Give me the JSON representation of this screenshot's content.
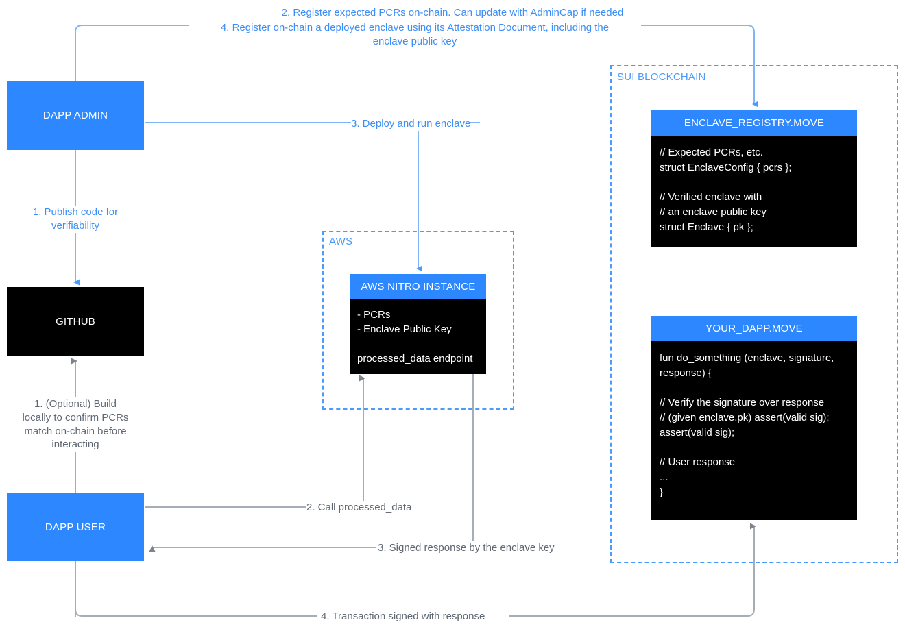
{
  "diagram": {
    "title": "Sui Nitro Enclave attestation flow",
    "colors": {
      "accent_blue": "#2d88ff",
      "dashed_blue": "#4a9bfb",
      "label_blue": "#3d8ef7",
      "label_gray": "#5f6772",
      "black": "#000000",
      "white": "#ffffff",
      "connector_gray": "#9aa0a6"
    }
  },
  "nodes": {
    "dapp_admin": {
      "label": "DAPP ADMIN"
    },
    "github": {
      "label": "GITHUB"
    },
    "dapp_user": {
      "label": "DAPP USER"
    },
    "aws_group": {
      "label": "AWS"
    },
    "sui_group": {
      "label": "SUI BLOCKCHAIN"
    },
    "aws_nitro_instance": {
      "header": "AWS NITRO INSTANCE",
      "body": "- PCRs\n- Enclave Public Key\n\nprocessed_data endpoint"
    },
    "enclave_registry": {
      "header": "ENCLAVE_REGISTRY.MOVE",
      "body": "// Expected PCRs, etc.\nstruct EnclaveConfig { pcrs };\n\n// Verified enclave with\n// an enclave public key\nstruct Enclave { pk };"
    },
    "your_dapp": {
      "header": "YOUR_DAPP.MOVE",
      "body": "fun do_something (enclave, signature,\nresponse) {\n\n// Verify the signature over response\n// (given enclave.pk) assert(valid sig);\nassert(valid sig);\n\n// User response\n...\n}"
    }
  },
  "edge_labels": {
    "register_pcrs": "2. Register expected PCRs on-chain. Can update with AdminCap if needed",
    "register_enclave": "4. Register on-chain a deployed enclave using its Attestation Document, including the\nenclave public key",
    "publish_code": "1. Publish code for\nverifiability",
    "deploy_run": "3. Deploy and run enclave",
    "build_locally": "1. (Optional) Build\nlocally to confirm PCRs\nmatch on-chain before\ninteracting",
    "call_processed_data": "2. Call processed_data",
    "signed_response": "3. Signed response by the enclave key",
    "transaction_signed": "4. Transaction signed with response"
  }
}
